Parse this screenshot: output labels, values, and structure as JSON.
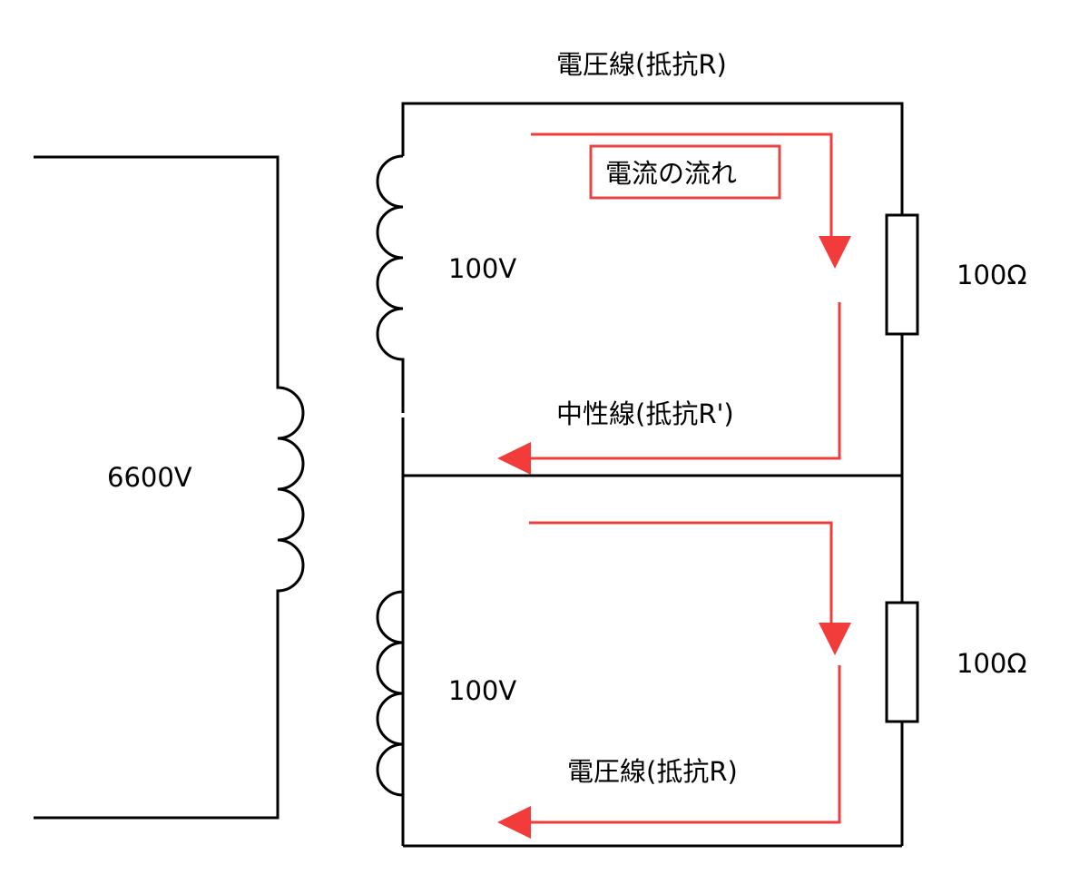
{
  "labels": {
    "primary_voltage": "6600V",
    "upper_secondary_voltage": "100V",
    "lower_secondary_voltage": "100V",
    "top_wire": "電圧線(抵抗R)",
    "neutral_wire": "中性線(抵抗R')",
    "bottom_wire": "電圧線(抵抗R)",
    "upper_load": "100Ω",
    "lower_load": "100Ω",
    "legend": "電流の流れ"
  },
  "colors": {
    "wire": "#000000",
    "current_flow": "#f23b3b",
    "legend_border": "#e64545"
  }
}
